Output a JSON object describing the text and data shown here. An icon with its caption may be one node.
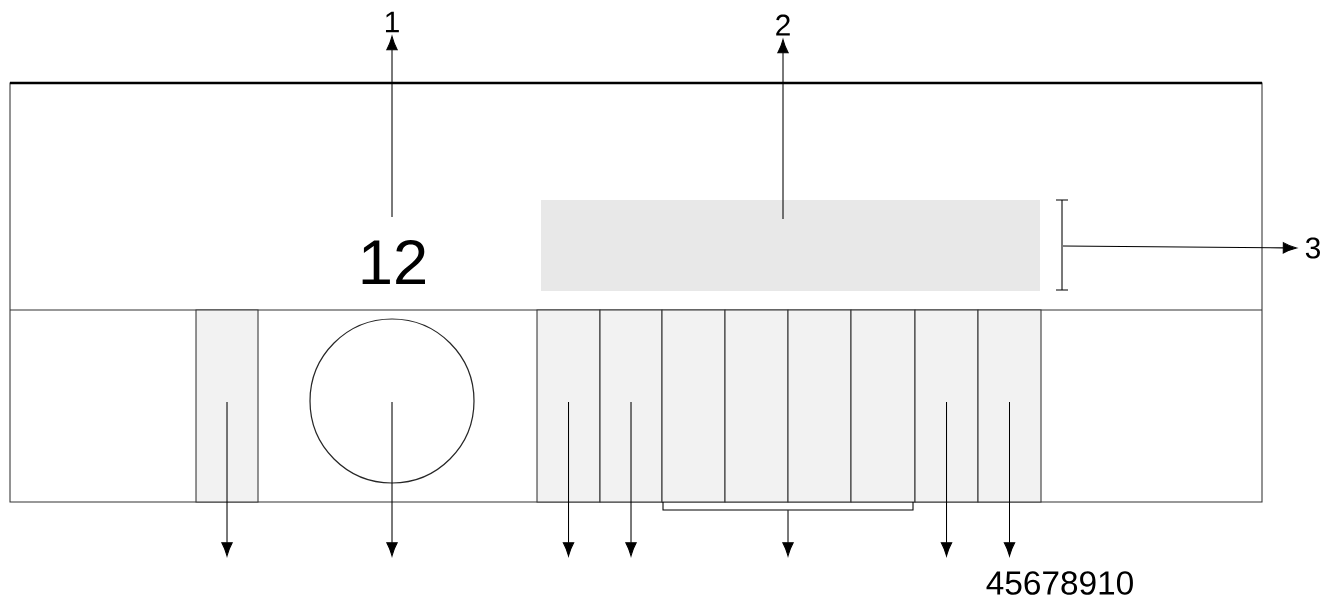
{
  "diagram": {
    "nodes": [
      {
        "text": [],
        "shape": "box"
      },
      {
        "text": [
          "1"
        ]
      },
      {
        "text": [
          "2"
        ]
      },
      {
        "text": [
          "3"
        ]
      },
      {
        "text": [
          "12"
        ],
        "in": 0
      },
      {
        "text": [],
        "shape": "box",
        "in": 0
      },
      {
        "text": [],
        "shape": "box",
        "in": 0
      },
      {
        "text": [],
        "shape": "circle",
        "in": 0
      },
      {
        "text": [],
        "shape": "box",
        "in": 0
      },
      {
        "text": [],
        "shape": "box",
        "in": 0
      },
      {
        "text": [],
        "shape": "box",
        "in": 0
      },
      {
        "text": [],
        "shape": "box",
        "in": 0
      },
      {
        "text": [],
        "shape": "box",
        "in": 0
      },
      {
        "text": [],
        "shape": "box",
        "in": 0
      },
      {
        "text": [],
        "shape": "box",
        "in": 0
      },
      {
        "text": [],
        "shape": "box",
        "in": 0
      },
      {
        "text": [],
        "shape": "bracket"
      }
    ],
    "edges": [
      {
        "from": 4,
        "to": 1,
        "arrow": "to"
      },
      {
        "from": 5,
        "to": 2,
        "arrow": "to"
      },
      {
        "from": 5,
        "to": 3,
        "arrow": "to"
      },
      {
        "from": 6,
        "to": null,
        "arrow": "to"
      },
      {
        "from": 7,
        "to": null,
        "arrow": "to"
      },
      {
        "from": 8,
        "to": null,
        "arrow": "to"
      },
      {
        "from": 9,
        "to": null,
        "arrow": "to"
      },
      {
        "from": 16,
        "to": null,
        "arrow": "to"
      },
      {
        "from": 14,
        "to": null,
        "arrow": "to"
      },
      {
        "from": 15,
        "to": null,
        "arrow": "to"
      }
    ],
    "labels": [
      "45678910"
    ]
  }
}
